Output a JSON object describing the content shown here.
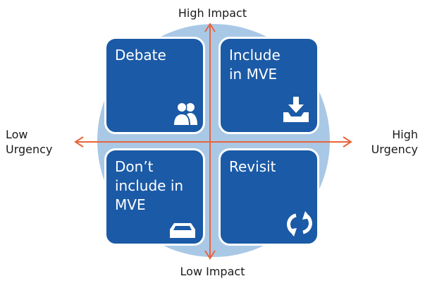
{
  "axes": {
    "top": "High Impact",
    "bottom": "Low Impact",
    "left": "Low\nUrgency",
    "right": "High\nUrgency"
  },
  "quadrants": {
    "top_left": {
      "label": "Debate",
      "icon": "users-icon"
    },
    "top_right": {
      "label": "Include\nin MVE",
      "icon": "download-tray-icon"
    },
    "bottom_left": {
      "label": "Don’t\ninclude in\nMVE",
      "icon": "empty-tray-icon"
    },
    "bottom_right": {
      "label": "Revisit",
      "icon": "refresh-icon"
    }
  },
  "colors": {
    "tile": "#1b5aa6",
    "circle": "#a9c8e6",
    "arrow": "#e8643c"
  }
}
